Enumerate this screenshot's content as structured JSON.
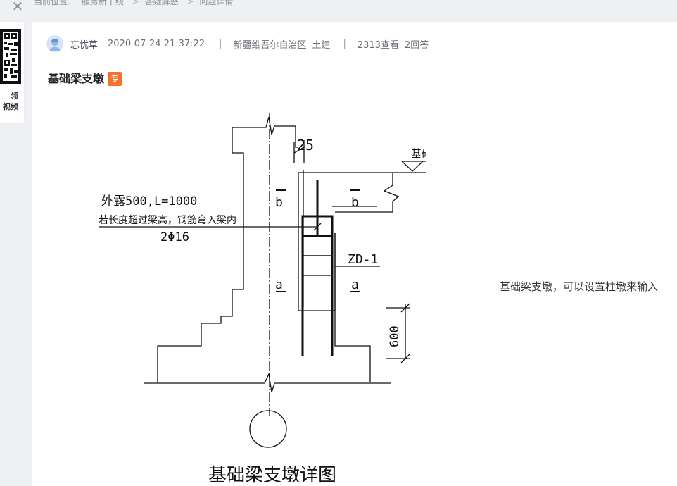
{
  "breadcrumb": {
    "prefix": "当前位置：",
    "items": [
      "服务新干线",
      "答疑解惑",
      "问题详情"
    ],
    "separator": ">"
  },
  "close_icon": "close-icon",
  "qr_card": {
    "line1": "微信扫码领",
    "line1_visible": "领",
    "line2_visible": "视频",
    "icon": "qr-code-icon"
  },
  "question": {
    "user": "忘忧草",
    "datetime": "2020-07-24 21:37:22",
    "region": "新疆维吾尔自治区",
    "category": "土建",
    "views": "2313查看",
    "answers": "2回答",
    "title": "基础梁支墩",
    "badge": "专",
    "body_text": "基础梁支墩，可以设置柱墩来输入"
  },
  "drawing": {
    "label_25": "25",
    "label_beam_top": "基础梁顶标高",
    "label_expose": "外露500,L=1000",
    "label_bend": "若长度超过梁高，钢筋弯入梁内",
    "label_rebar": "2Φ16",
    "label_b_left": "b",
    "label_b_right": "b",
    "label_a_left": "a",
    "label_a_right": "a",
    "label_zd": "ZD-1",
    "label_600": "600",
    "caption": "基础梁支墩详图"
  },
  "colors": {
    "accent_badge": "#f5702b",
    "background": "#eef0f4",
    "panel": "#ffffff"
  }
}
